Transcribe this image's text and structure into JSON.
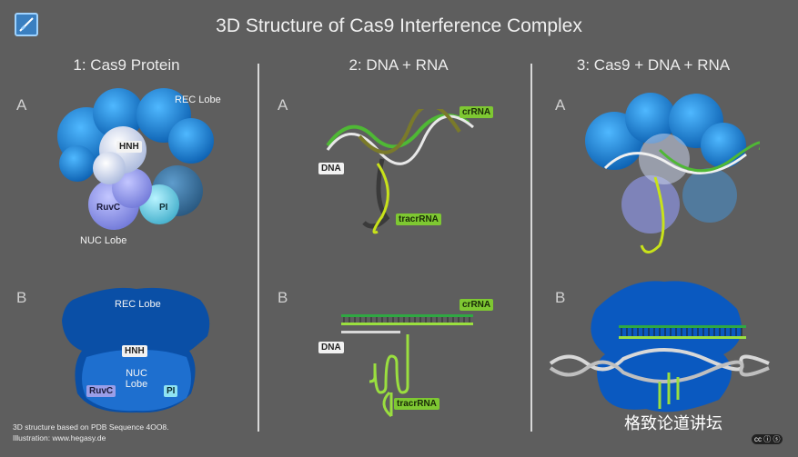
{
  "title": "3D Structure of Cas9 Interference Complex",
  "columns": [
    {
      "heading": "1:  Cas9 Protein"
    },
    {
      "heading": "2:  DNA + RNA"
    },
    {
      "heading": "3:  Cas9 + DNA + RNA"
    }
  ],
  "row_labels": {
    "a": "A",
    "b": "B"
  },
  "panel1a": {
    "rec_lobe": "REC Lobe",
    "hnh": "HNH",
    "ruvc": "RuvC",
    "pi": "PI",
    "nuc_lobe": "NUC Lobe"
  },
  "panel1b": {
    "rec_lobe": "REC Lobe",
    "hnh": "HNH",
    "nuc_lobe": "NUC\nLobe",
    "ruvc": "RuvC",
    "pi": "PI"
  },
  "panel2a": {
    "crrna": "crRNA",
    "dna": "DNA",
    "tracrrna": "tracrRNA"
  },
  "panel2b": {
    "crrna": "crRNA",
    "dna": "DNA",
    "tracrrna": "tracrRNA"
  },
  "footer": {
    "line1": "3D structure based on PDB Sequence 4OO8.",
    "line2": "Illustration: www.hegasy.de"
  },
  "brand": "格致论道讲坛",
  "license": "cc ⓘ ⓢ"
}
